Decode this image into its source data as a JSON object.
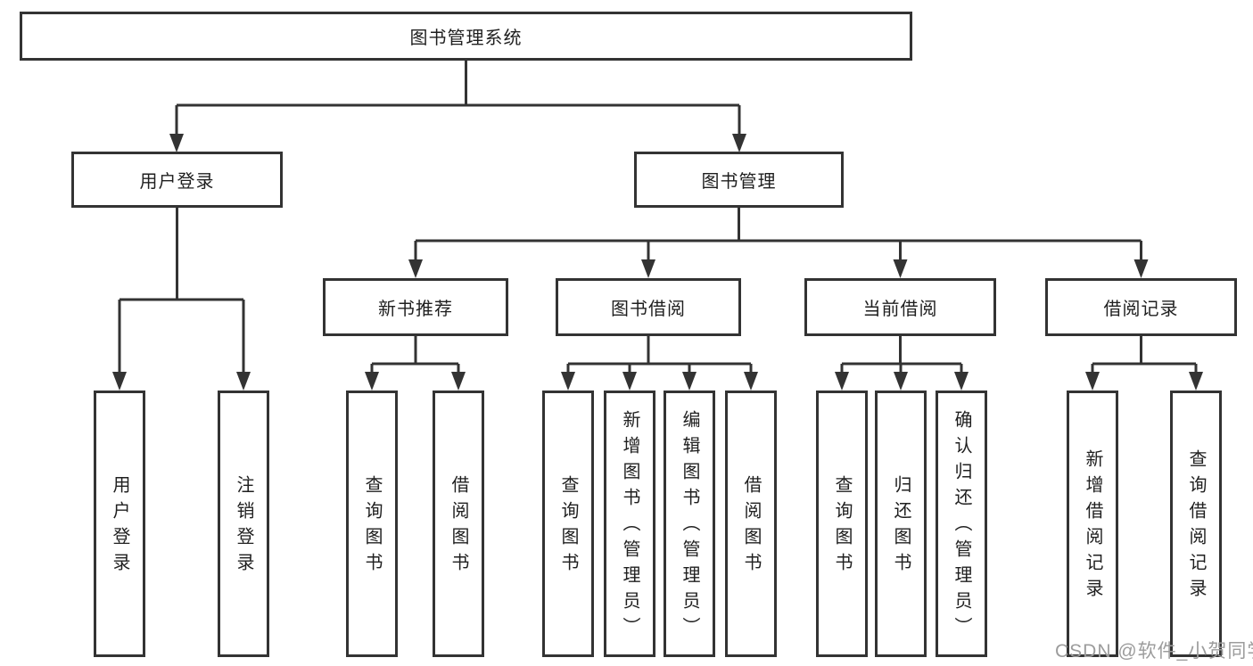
{
  "colors": {
    "line": "#333333",
    "box_border": "#333333",
    "text": "#1f1f1f",
    "background": "#ffffff",
    "watermark": "#9c9c9c"
  },
  "tree": {
    "root": {
      "label": "图书管理系统"
    },
    "branches": [
      {
        "label": "用户登录",
        "children": [
          "用户登录",
          "注销登录"
        ]
      },
      {
        "label": "图书管理",
        "groups": [
          {
            "label": "新书推荐",
            "children": [
              "查询图书",
              "借阅图书"
            ]
          },
          {
            "label": "图书借阅",
            "children": [
              "查询图书",
              "新增图书（管理员）",
              "编辑图书（管理员）",
              "借阅图书"
            ]
          },
          {
            "label": "当前借阅",
            "children": [
              "查询图书",
              "归还图书",
              "确认归还（管理员）"
            ]
          },
          {
            "label": "借阅记录",
            "children": [
              "新增借阅记录",
              "查询借阅记录"
            ]
          }
        ]
      }
    ]
  },
  "watermark": {
    "text": "CSDN @软件_小贺同学"
  }
}
